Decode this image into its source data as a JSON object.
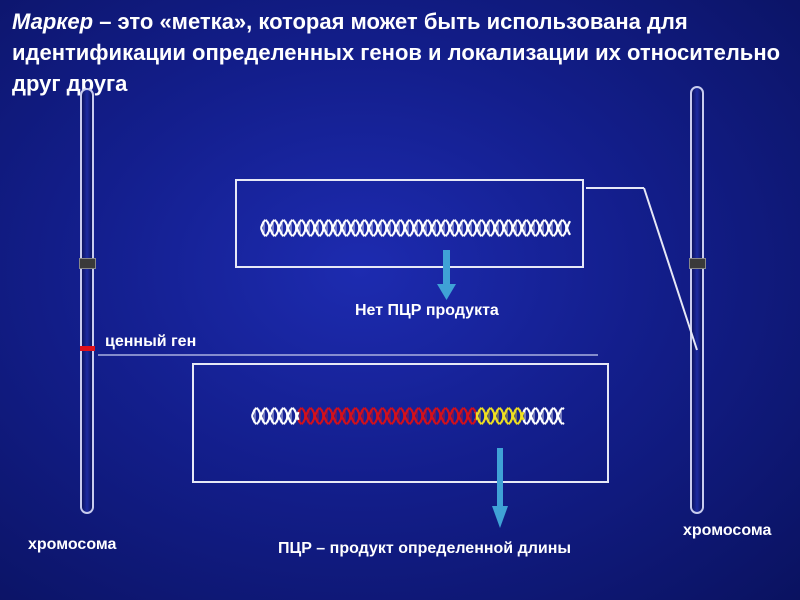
{
  "title": {
    "italic": "Маркер",
    "rest": " – это «метка», которая может быть использована для идентификации определенных генов и локализации их относительно друг друга"
  },
  "labels": {
    "no_pcr": "Нет ПЦР продукта",
    "gene": "ценный ген",
    "chrom_left": "хромосома",
    "chrom_right": "хромосома",
    "pcr_product": "ПЦР – продукт определенной длины"
  },
  "colors": {
    "dna": "#ffffff",
    "marker_dna": "#d4101a",
    "target_dna": "#f0e020",
    "arrow": "#3fa2d6",
    "gene_band": "#e0101a"
  }
}
